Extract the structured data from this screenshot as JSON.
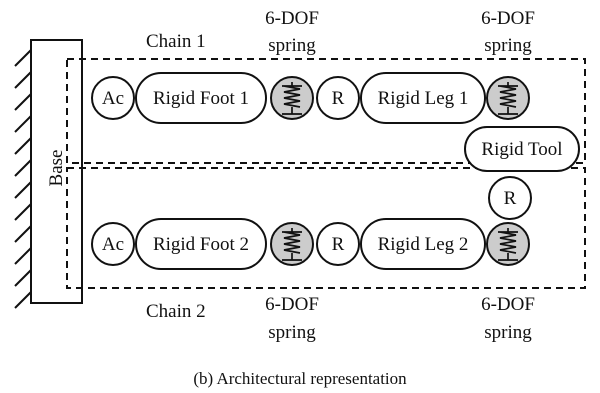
{
  "base_label": "Base",
  "chain1_label": "Chain 1",
  "chain2_label": "Chain 2",
  "spring_label_line1": "6-DOF",
  "spring_label_line2": "spring",
  "actuator_label": "Ac",
  "revolute_label": "R",
  "foot1_label": "Rigid Foot 1",
  "foot2_label": "Rigid Foot 2",
  "leg1_label": "Rigid Leg 1",
  "leg2_label": "Rigid Leg 2",
  "tool_label": "Rigid Tool",
  "caption": "(b) Architectural representation",
  "colors": {
    "stroke": "#111111",
    "spring_fill": "#cccccc",
    "background": "#ffffff"
  },
  "icons": {
    "spring": "spring-icon",
    "ground": "ground-hatch-icon"
  }
}
